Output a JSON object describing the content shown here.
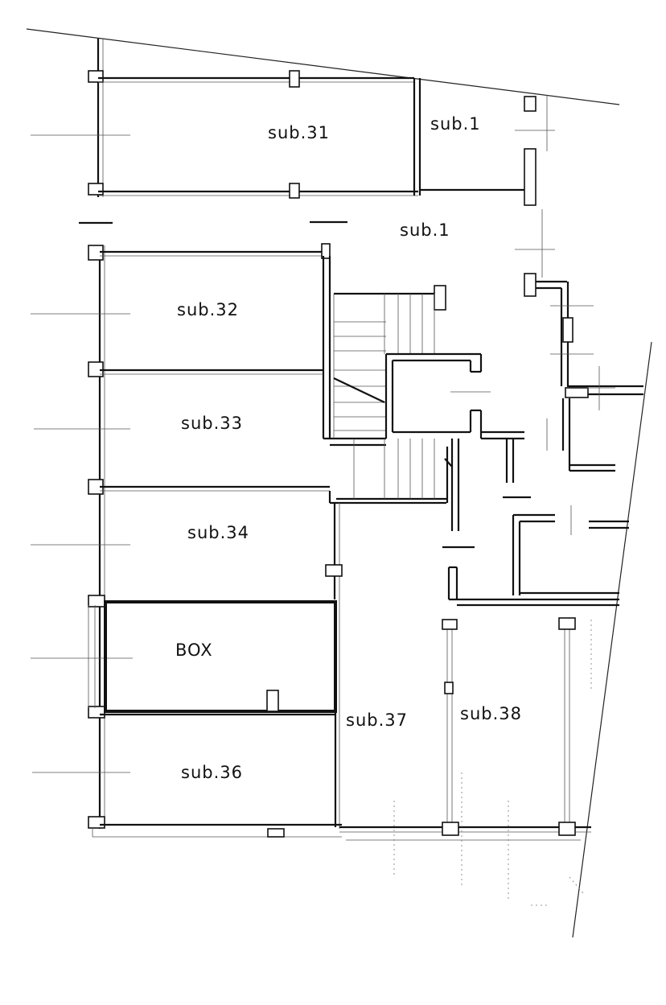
{
  "floorplan": {
    "units": [
      {
        "id": "sub31",
        "label": "sub.31"
      },
      {
        "id": "sub1a",
        "label": "sub.1"
      },
      {
        "id": "sub1b",
        "label": "sub.1"
      },
      {
        "id": "sub32",
        "label": "sub.32"
      },
      {
        "id": "sub33",
        "label": "sub.33"
      },
      {
        "id": "sub34",
        "label": "sub.34"
      },
      {
        "id": "box",
        "label": "BOX"
      },
      {
        "id": "sub36",
        "label": "sub.36"
      },
      {
        "id": "sub37",
        "label": "sub.37"
      },
      {
        "id": "sub38",
        "label": "sub.38"
      }
    ]
  }
}
